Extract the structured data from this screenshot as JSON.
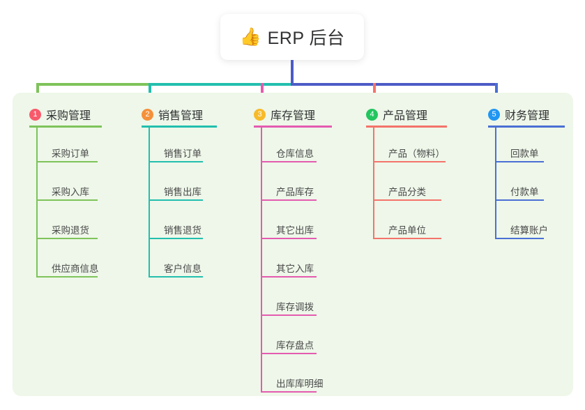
{
  "page": {
    "background": "#ffffff",
    "panel_color": "#eef7e9",
    "stem_color": "#4d5bc6"
  },
  "title": {
    "icon": "thumbs-up-icon",
    "icon_glyph": "👍",
    "text": "ERP 后台"
  },
  "columns": [
    {
      "number": "1",
      "title": "采购管理",
      "badge_color": "#f8596b",
      "line_color": "#7ec35a",
      "connector_color": "#7ec35a",
      "items": [
        "采购订单",
        "采购入库",
        "采购退货",
        "供应商信息"
      ]
    },
    {
      "number": "2",
      "title": "销售管理",
      "badge_color": "#f5903a",
      "line_color": "#22bfae",
      "connector_color": "#22bfae",
      "items": [
        "销售订单",
        "销售出库",
        "销售退货",
        "客户信息"
      ]
    },
    {
      "number": "3",
      "title": "库存管理",
      "badge_color": "#f7ba2a",
      "line_color": "#e45bb0",
      "connector_color": "#e45bb0",
      "items": [
        "仓库信息",
        "产品库存",
        "其它出库",
        "其它入库",
        "库存调拨",
        "库存盘点",
        "出库库明细"
      ]
    },
    {
      "number": "4",
      "title": "产品管理",
      "badge_color": "#22c55e",
      "line_color": "#f4736b",
      "connector_color": "#f4736b",
      "items": [
        "产品（物料）",
        "产品分类",
        "产品单位"
      ]
    },
    {
      "number": "5",
      "title": "财务管理",
      "badge_color": "#2196f3",
      "line_color": "#4a6fd4",
      "connector_color": "#4a6fd4",
      "items": [
        "回款单",
        "付款单",
        "结算账户"
      ]
    }
  ]
}
